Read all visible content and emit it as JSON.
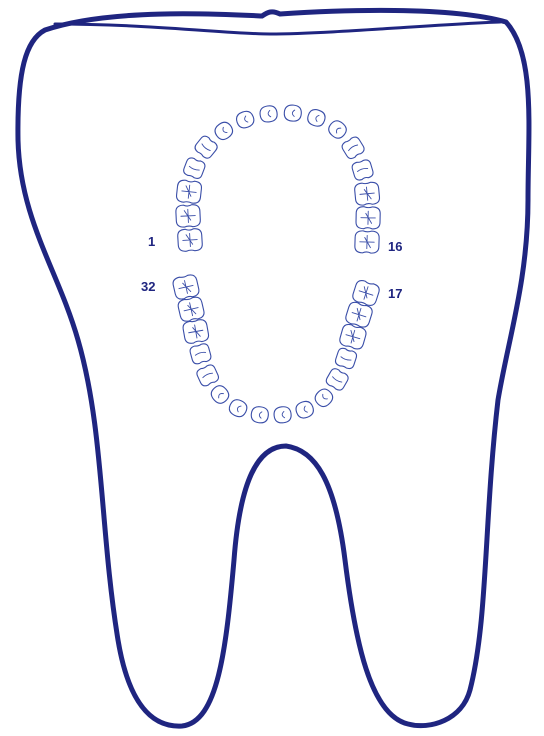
{
  "diagram": {
    "labels": {
      "upper_right_end": "1",
      "upper_left_end": "16",
      "lower_right_end": "32",
      "lower_left_end": "17"
    },
    "colors": {
      "outline": "#1f2580",
      "teeth": "#3a4ea8",
      "background": "#ffffff"
    },
    "upper_arch_tooth_count": 16,
    "lower_arch_tooth_count": 16
  }
}
